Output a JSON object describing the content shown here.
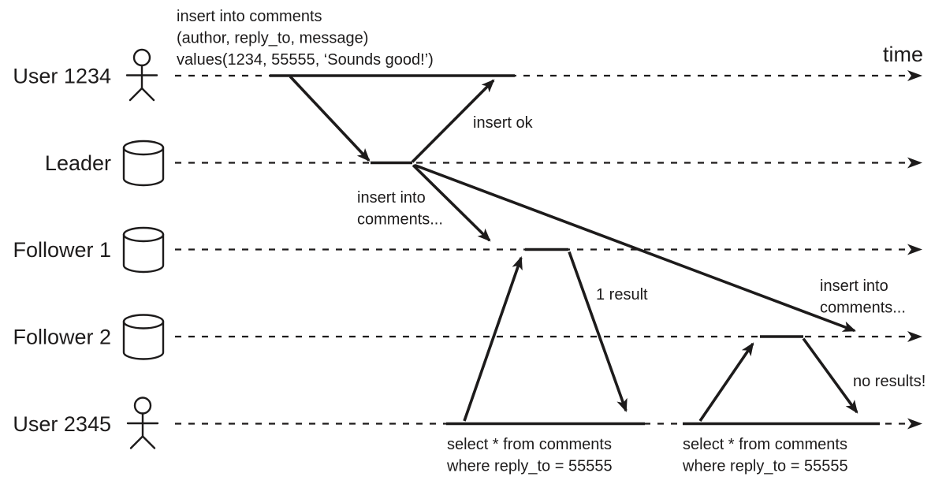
{
  "colors": {
    "ink": "#1d1b1b",
    "paper": "#ffffff"
  },
  "diagram": {
    "type": "sequence-diagram",
    "time_axis_label": "time",
    "actors": [
      {
        "label": "User 1234",
        "icon": "person-icon"
      },
      {
        "label": "Leader",
        "icon": "database-icon"
      },
      {
        "label": "Follower 1",
        "icon": "database-icon"
      },
      {
        "label": "Follower 2",
        "icon": "database-icon"
      },
      {
        "label": "User 2345",
        "icon": "person-icon"
      }
    ],
    "annotations": {
      "insert_query": {
        "line1": "insert into comments",
        "line2": "(author, reply_to, message)",
        "line3": "values(1234, 55555, ‘Sounds good!’)"
      },
      "insert_ok": "insert ok",
      "replicate_to_follower1": {
        "line1": "insert into",
        "line2": "comments..."
      },
      "replicate_to_follower2": {
        "line1": "insert into",
        "line2": "comments..."
      },
      "read_result_follower1": "1 result",
      "read_result_follower2": "no results!",
      "select_query_1": {
        "line1": "select * from comments",
        "line2": "where reply_to = 55555"
      },
      "select_query_2": {
        "line1": "select * from comments",
        "line2": "where reply_to = 55555"
      }
    }
  }
}
